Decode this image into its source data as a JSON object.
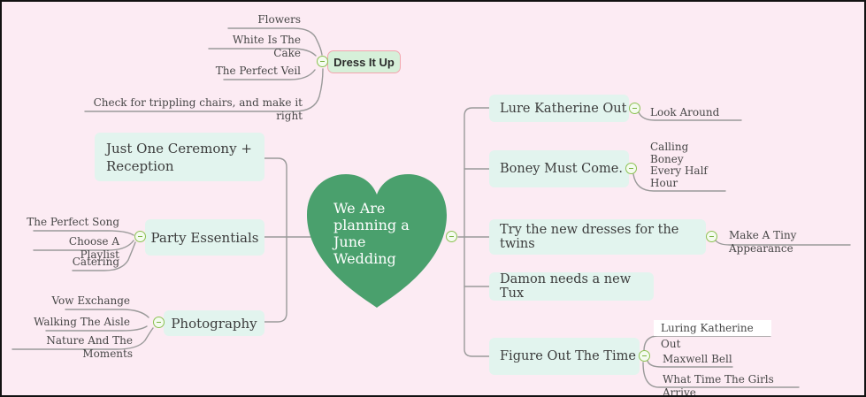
{
  "colors": {
    "background": "#fcebf3",
    "connector": "#9a9a9a",
    "topic_fill": "#e2f4ee",
    "floating_fill": "#d6f0d9",
    "floating_border": "#f3a6ae",
    "heart_fill": "#4aa06d",
    "collapse_accent": "#8cc152"
  },
  "center_topic": {
    "label": "We Are\nplanning a\nJune\nWedding"
  },
  "floating_topic": {
    "label": "Dress It Up",
    "children": [
      "Flowers",
      "White Is The Cake",
      "The Perfect Veil",
      "Check for trippling chairs, and make it right"
    ]
  },
  "left_topics": [
    {
      "label": "Just One Ceremony +\nReception",
      "children": []
    },
    {
      "label": "Party Essentials",
      "children": [
        "The Perfect Song",
        "Choose A Playlist",
        "Catering"
      ]
    },
    {
      "label": "Photography",
      "children": [
        "Vow Exchange",
        "Walking The Aisle",
        "Nature And The Moments"
      ]
    }
  ],
  "right_topics": [
    {
      "label": "Lure Katherine Out",
      "children": [
        "Look Around"
      ]
    },
    {
      "label": "Boney Must Come.",
      "children": [
        "Calling\nBoney\nEvery Half\nHour"
      ]
    },
    {
      "label": "Try the new dresses for the twins",
      "children": [
        "Make A Tiny Appearance"
      ]
    },
    {
      "label": "Damon needs a new Tux",
      "children": []
    },
    {
      "label": "Figure Out The Time",
      "children": [
        "Luring Katherine Out",
        "Maxwell Bell",
        "What Time The Girls Arrive"
      ]
    }
  ]
}
